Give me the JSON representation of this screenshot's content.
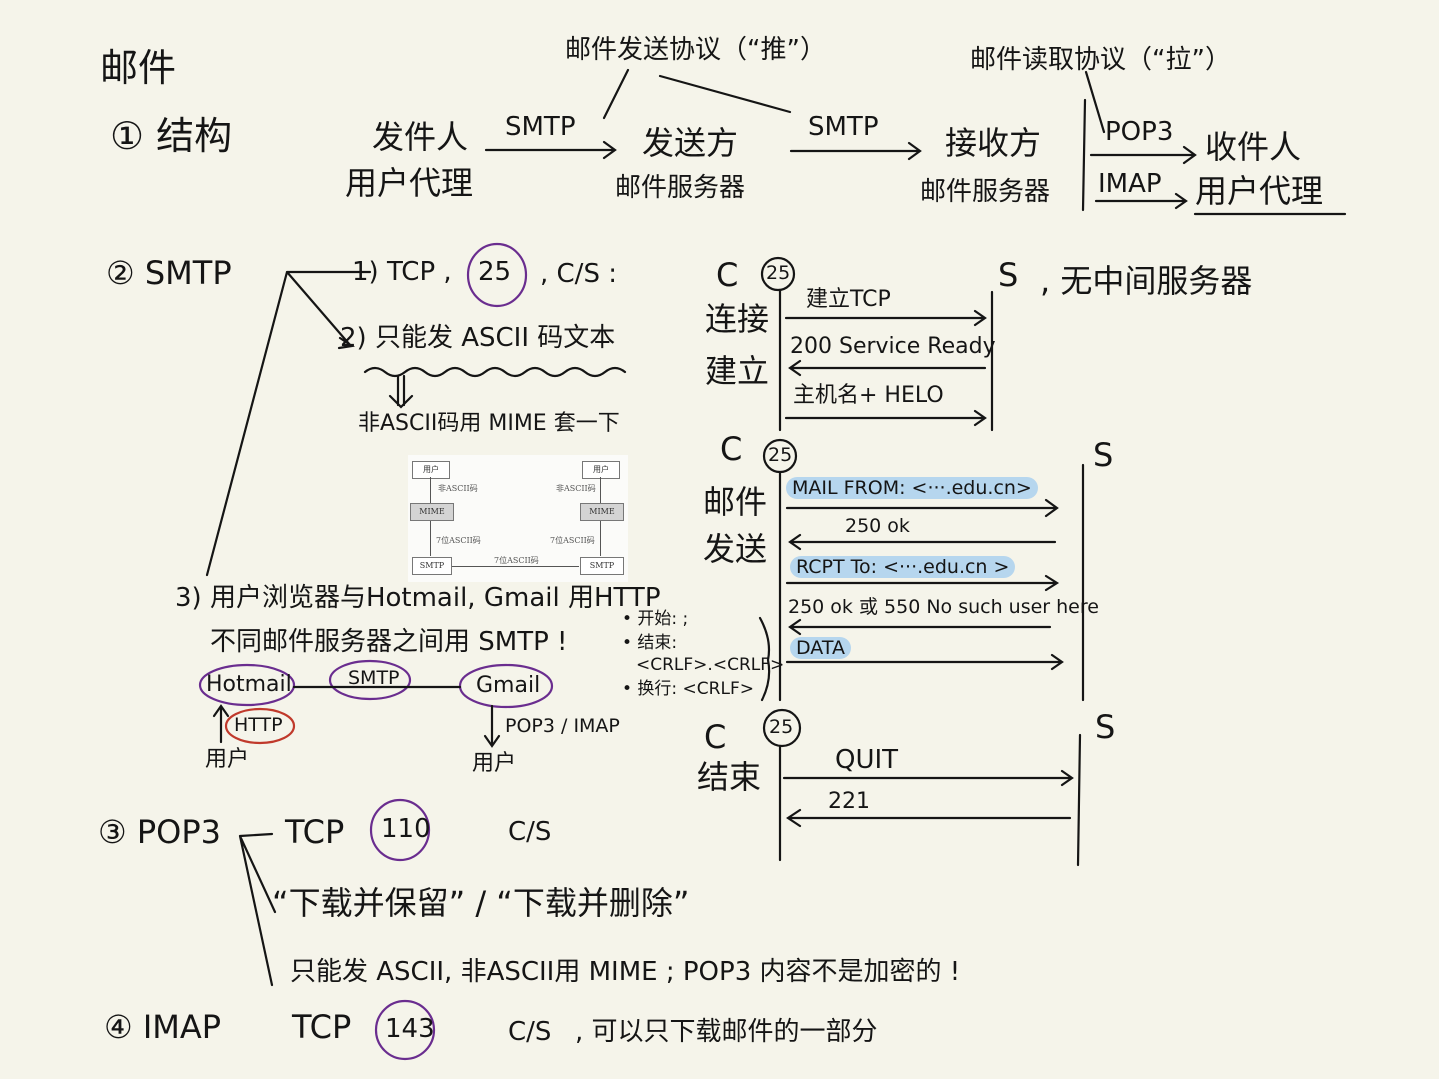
{
  "title": "邮件",
  "structure": {
    "heading": "① 结构",
    "send_protocol_label": "邮件发送协议（“推”）",
    "read_protocol_label": "邮件读取协议（“拉”）",
    "sender_line1": "发件人",
    "sender_line2": "用户代理",
    "smtp1": "SMTP",
    "send_server_line1": "发送方",
    "send_server_line2": "邮件服务器",
    "smtp2": "SMTP",
    "recv_server_line1": "接收方",
    "recv_server_line2": "邮件服务器",
    "pop3": "POP3",
    "imap": "IMAP",
    "receiver_line1": "收件人",
    "receiver_line2": "用户代理"
  },
  "smtp": {
    "heading": "② SMTP",
    "point1": "1) TCP ,",
    "port": "25",
    "point1_tail": ", C/S :",
    "point2": "2) 只能发 ASCII 码文本",
    "mime_note": "非ASCII码用 MIME 套一下",
    "figure": {
      "user_left": "用户",
      "user_right": "用户",
      "non_ascii_left": "非ASCII码",
      "non_ascii_right": "非ASCII码",
      "mime_left": "MIME",
      "mime_right": "MIME",
      "ascii7_left": "7位ASCII码",
      "ascii7_right": "7位ASCII码",
      "smtp_left": "SMTP",
      "smtp_right": "SMTP",
      "ascii7_mid": "7位ASCII码"
    },
    "point3": "3) 用户浏览器与Hotmail, Gmail 用HTTP",
    "point3b": "不同邮件服务器之间用 SMTP !",
    "hotmail": "Hotmail",
    "smtp_link": "SMTP",
    "gmail": "Gmail",
    "http": "HTTP",
    "user_left": "用户",
    "pop_imap": "POP3 / IMAP",
    "user_right": "用户"
  },
  "connection": {
    "c": "C",
    "port": "25",
    "s": "S",
    "note": ", 无中间服务器",
    "label1": "连接",
    "label2": "建立",
    "msg1": "建立TCP",
    "msg2": "200 Service Ready",
    "msg3": "主机名+ HELO"
  },
  "mail_send": {
    "c": "C",
    "port": "25",
    "s": "S",
    "label1": "邮件",
    "label2": "发送",
    "msg1": "MAIL FROM: <···.edu.cn>",
    "msg2": "250 ok",
    "msg3": "RCPT To: <···.edu.cn >",
    "msg4": "250 ok 或 550 No such user here",
    "msg5": "DATA",
    "notes": [
      "• 开始: ;",
      "• 结束:",
      "<CRLF>.<CRLF>",
      "• 换行: <CRLF>"
    ]
  },
  "close": {
    "c": "C",
    "port": "25",
    "s": "S",
    "label": "结束",
    "msg1": "QUIT",
    "msg2": "221"
  },
  "pop3": {
    "heading": "③ POP3",
    "tcp": "TCP",
    "port": "110",
    "cs": "C/S",
    "modes": "“下载并保留” / “下载并删除”",
    "note": "只能发 ASCII, 非ASCII用 MIME ;  POP3 内容不是加密的 !"
  },
  "imap": {
    "heading": "④ IMAP",
    "tcp": "TCP",
    "port": "143",
    "cs": "C/S",
    "note": ", 可以只下载邮件的一部分"
  },
  "colors": {
    "ink": "#151515",
    "circle": "#6a2d8f",
    "http_circle": "#c0392b",
    "highlight": "#b6d6ee",
    "paper": "#f5f4ea"
  }
}
